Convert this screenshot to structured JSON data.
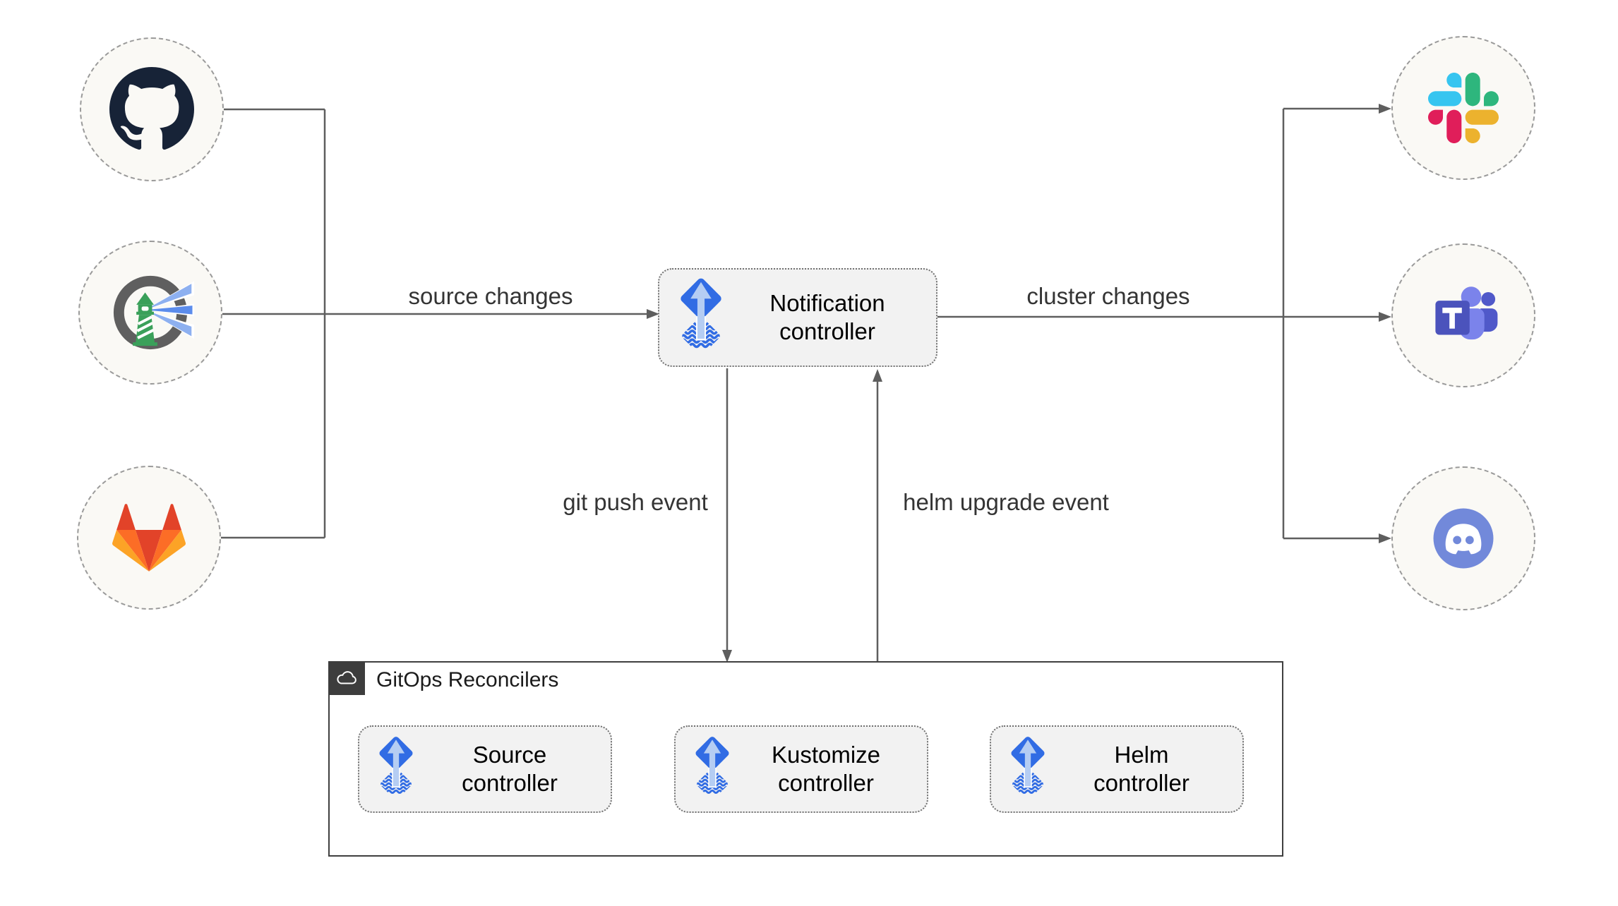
{
  "edges": {
    "source_changes": "source changes",
    "cluster_changes": "cluster changes",
    "git_push_event": "git push event",
    "helm_upgrade_event": "helm upgrade event"
  },
  "controllers": {
    "notification": "Notification controller",
    "source": "Source controller",
    "kustomize": "Kustomize controller",
    "helm": "Helm controller"
  },
  "group": {
    "title": "GitOps Reconcilers"
  },
  "nodes": {
    "sources": [
      {
        "icon": "github-icon"
      },
      {
        "icon": "harbor-icon"
      },
      {
        "icon": "gitlab-icon"
      }
    ],
    "targets": [
      {
        "icon": "slack-icon"
      },
      {
        "icon": "teams-icon"
      },
      {
        "icon": "discord-icon"
      }
    ]
  },
  "colors": {
    "background": "#ffffff",
    "line": "#5e5e5e",
    "node_fill": "#faf9f5",
    "node_border": "#999999",
    "box_fill": "#f2f2f2",
    "box_border": "#707070",
    "group_border": "#3f3f3f",
    "badge_bg": "#3d3d3d",
    "flux_blue": "#316ce4",
    "flux_arrow": "#b5cdf3",
    "github": "#172337",
    "gitlab_red": "#e24329",
    "gitlab_orange": "#fc6d26",
    "gitlab_amber": "#fca326",
    "harbor_green": "#3aa05a",
    "harbor_ring": "#5f5f5f",
    "harbor_beam_light": "#8db0f0",
    "harbor_beam_dark": "#5b8cec",
    "slack_blue": "#36c5f0",
    "slack_green": "#2eb67d",
    "slack_yellow": "#ecb22e",
    "slack_pink": "#e01e5a",
    "teams_dark": "#4b53bc",
    "teams_mid": "#5059c9",
    "teams_light": "#7b83eb",
    "discord": "#7289da"
  }
}
